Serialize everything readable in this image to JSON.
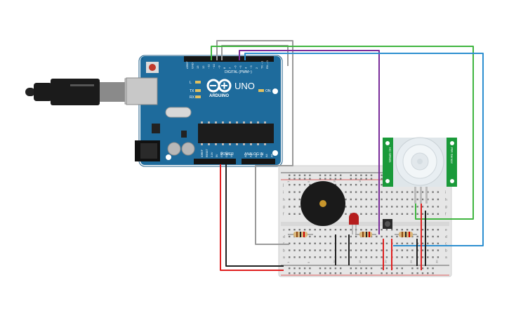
{
  "arduino": {
    "brand": "ARDUINO",
    "model": "UNO",
    "digital_label": "DIGITAL (PWM~)",
    "power_label": "POWER",
    "analog_label": "ANALOG IN",
    "on_label": "ON",
    "led_labels": [
      "L",
      "TX",
      "RX"
    ],
    "digital_pins": [
      "AREF",
      "GND",
      "13",
      "12",
      "~11",
      "~10",
      "~9",
      "8",
      "7",
      "~6",
      "~5",
      "4",
      "~3",
      "2",
      "TX→1",
      "RX←0"
    ],
    "power_pins": [
      "IOREF",
      "RESET",
      "3.3V",
      "5V",
      "GND",
      "GND",
      "Vin"
    ],
    "analog_pins": [
      "A0",
      "A1",
      "A2",
      "A3",
      "A4",
      "A5"
    ]
  },
  "pir_sensor": {
    "label_left": "HC-SR501",
    "label_right": "PIR Sensor"
  },
  "breadboard": {
    "rows_top": [
      "j",
      "i",
      "h",
      "g",
      "f"
    ],
    "rows_bottom": [
      "e",
      "d",
      "c",
      "b",
      "a"
    ],
    "column_numbers": [
      "1",
      "5",
      "10",
      "15",
      "20",
      "25",
      "30"
    ]
  },
  "colors": {
    "board": "#1e6b9c",
    "wire_red": "#e02020",
    "wire_black": "#222222",
    "wire_green": "#3fb53f",
    "wire_purple": "#7a2d9a",
    "wire_blue": "#2d8fd0",
    "wire_gray": "#9a9a9a",
    "pir_board": "#1a9a3a"
  }
}
